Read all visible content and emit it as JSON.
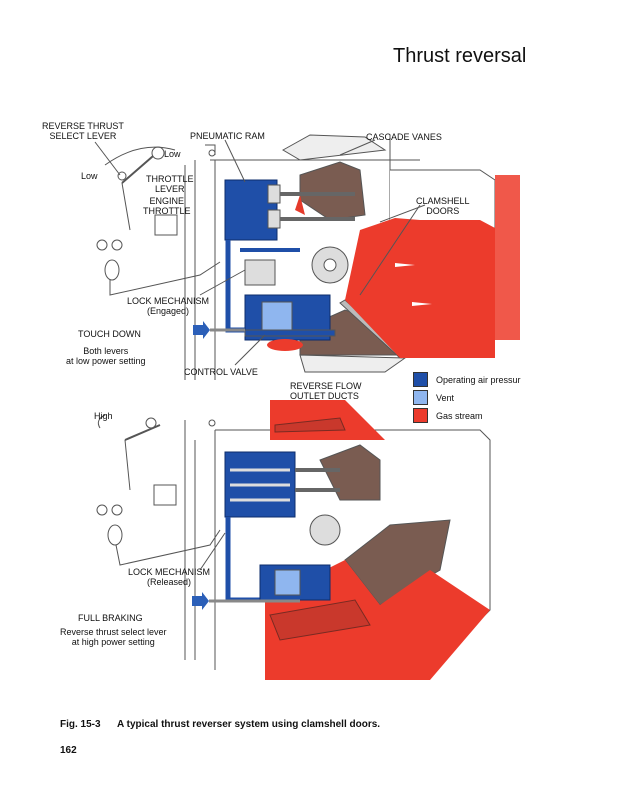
{
  "header": {
    "title": "Thrust reversal"
  },
  "figure": {
    "top_labels": {
      "reverse_thrust_select_lever": [
        "REVERSE THRUST",
        "SELECT LEVER"
      ],
      "pneumatic_ram": "PNEUMATIC RAM",
      "cascade_vanes": "CASCADE VANES",
      "low_1": "Low",
      "low_2": "Low",
      "throttle_lever": [
        "THROTTLE",
        "LEVER"
      ],
      "engine_throttle": [
        "ENGINE",
        "THROTTLE"
      ],
      "clamshell_doors": [
        "CLAMSHELL",
        "DOORS"
      ],
      "lock_mechanism": [
        "LOCK MECHANISM",
        "(Engaged)"
      ],
      "touch_down": "TOUCH DOWN",
      "touch_down_desc": [
        "Both levers",
        "at low power setting"
      ],
      "control_valve": "CONTROL VALVE",
      "reverse_flow": [
        "REVERSE FLOW",
        "OUTLET DUCTS"
      ]
    },
    "bottom_labels": {
      "high": "High",
      "lock_mechanism": [
        "LOCK MECHANISM",
        "(Released)"
      ],
      "full_braking": "FULL BRAKING",
      "full_braking_desc": [
        "Reverse thrust select lever",
        "at high power setting"
      ]
    },
    "legend": [
      {
        "label": "Operating air pressur",
        "color": "#1f4fa8"
      },
      {
        "label": "Vent",
        "color": "#8fb6ef"
      },
      {
        "label": "Gas stream",
        "color": "#ec3b2c"
      }
    ],
    "caption_number": "Fig. 15-3",
    "caption_text": "A typical thrust reverser system using clamshell doors."
  },
  "page_number": "162"
}
